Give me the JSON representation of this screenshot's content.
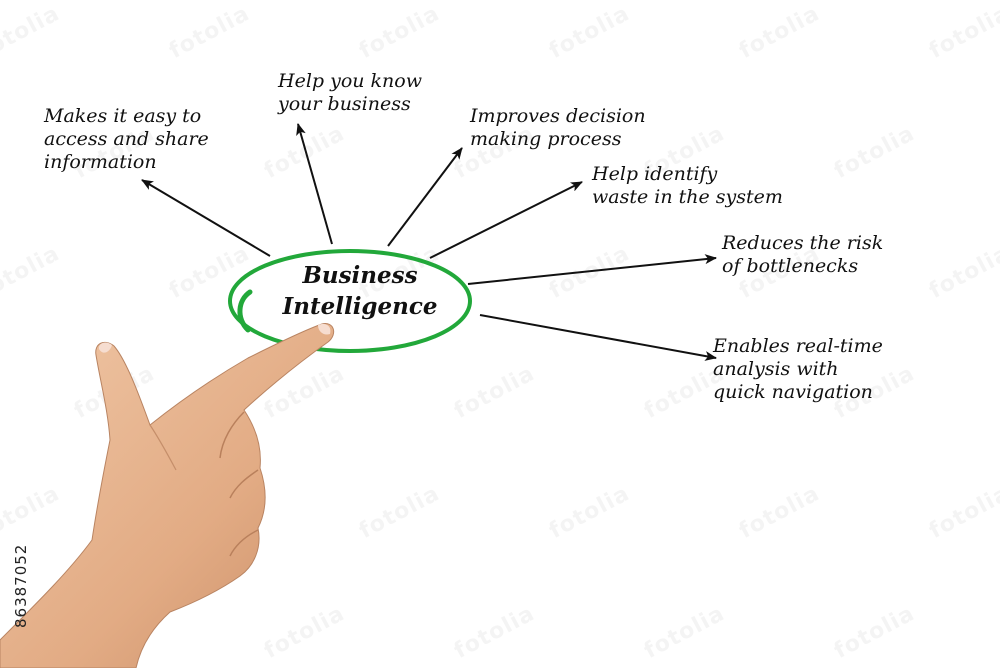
{
  "center": {
    "line1": "Business",
    "line2": "Intelligence"
  },
  "benefits": [
    {
      "lines": [
        "Makes it easy to",
        "access and share",
        "information"
      ]
    },
    {
      "lines": [
        "Help you know",
        "your business"
      ]
    },
    {
      "lines": [
        "Improves decision",
        "making process"
      ]
    },
    {
      "lines": [
        "Help identify",
        "waste in the system"
      ]
    },
    {
      "lines": [
        "Reduces the risk",
        "of bottlenecks"
      ]
    },
    {
      "lines": [
        "Enables real-time",
        "analysis with",
        "quick navigation"
      ]
    }
  ],
  "stock_id": "86387052",
  "watermark_text": "fotolia",
  "colors": {
    "ellipse": "#22a83a",
    "ink": "#111111",
    "background": "#ffffff",
    "skin": "#e7b48f"
  }
}
